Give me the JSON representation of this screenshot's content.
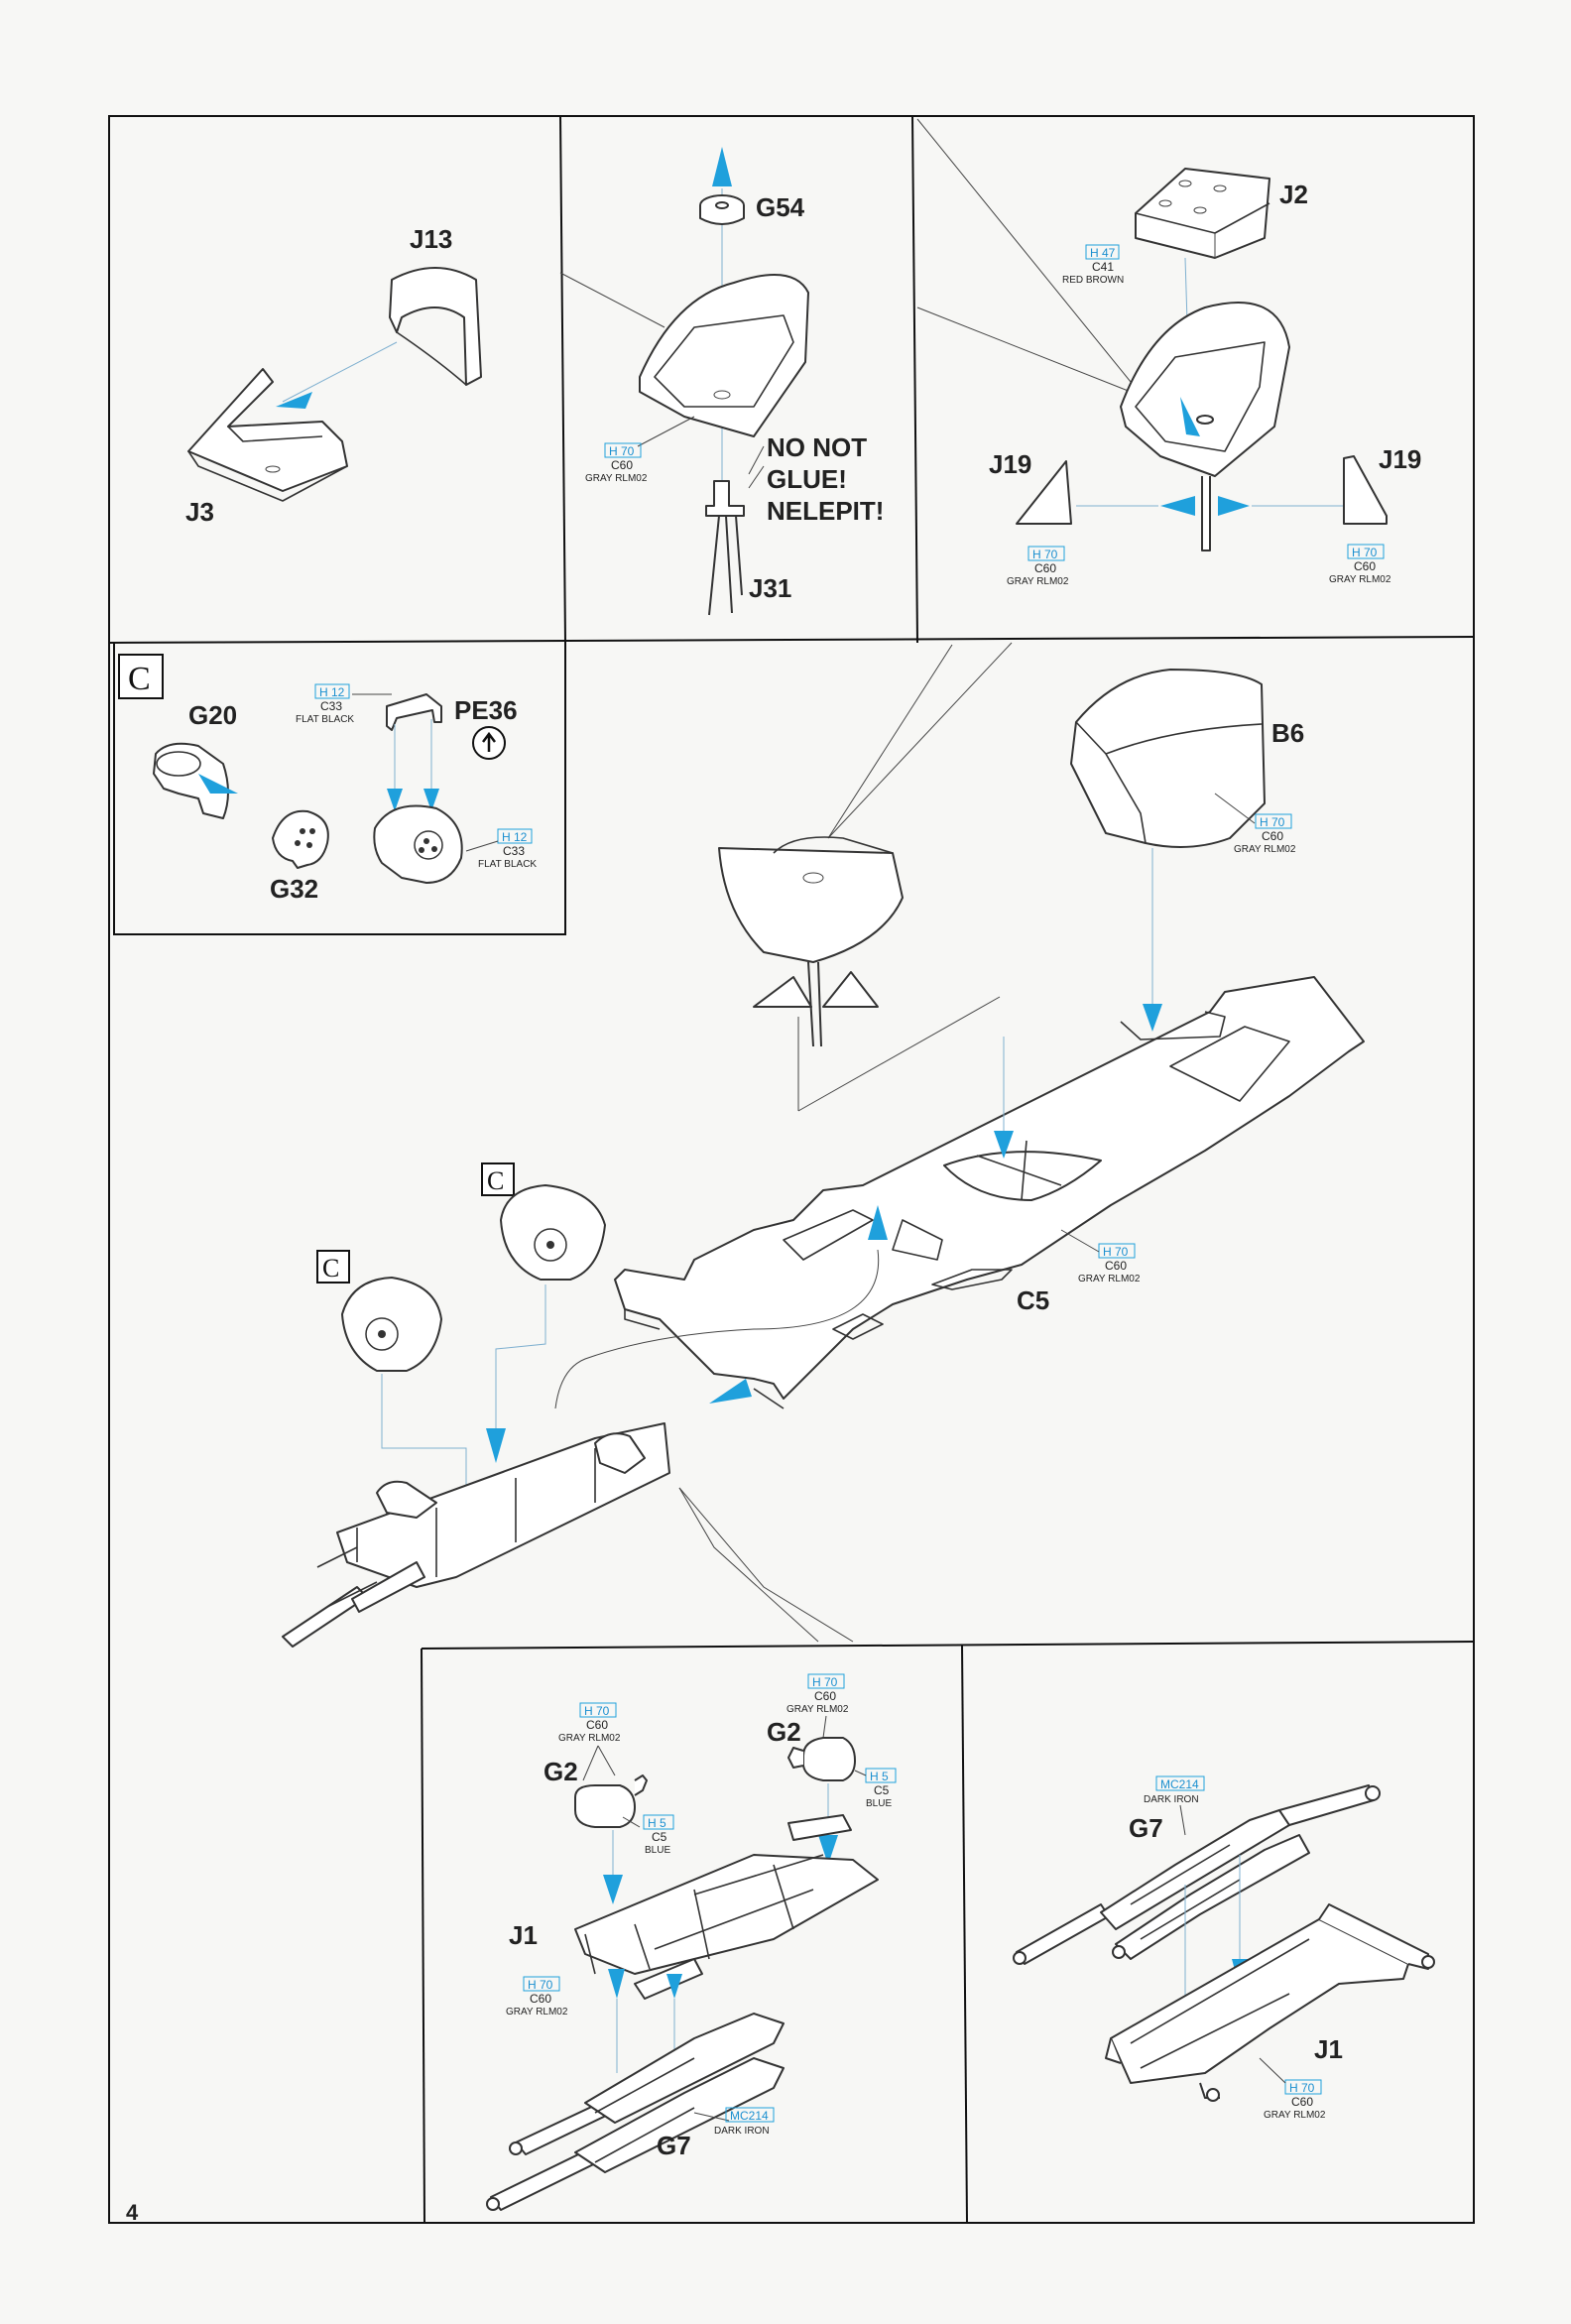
{
  "page_number": "4",
  "parts": {
    "g54": "G54",
    "j13": "J13",
    "j3": "J3",
    "j2": "J2",
    "j19_left": "J19",
    "j19_right": "J19",
    "j31": "J31",
    "g20": "G20",
    "g32": "G32",
    "pe36": "PE36",
    "b6": "B6",
    "c5": "C5",
    "g2_left": "G2",
    "g2_right": "G2",
    "j1_left": "J1",
    "g7_left": "G7",
    "g7_right": "G7",
    "j1_right": "J1"
  },
  "warning": {
    "line1": "NO NOT",
    "line2": "GLUE!",
    "line3": "NELEPIT!"
  },
  "option_letter": "C",
  "colors": {
    "gray_seat": {
      "h": "H 70",
      "c": "C60",
      "name": "GRAY RLM02"
    },
    "red_brown": {
      "h": "H 47",
      "c": "C41",
      "name": "RED BROWN"
    },
    "j19_left": {
      "h": "H 70",
      "c": "C60",
      "name": "GRAY RLM02"
    },
    "j19_right": {
      "h": "H 70",
      "c": "C60",
      "name": "GRAY RLM02"
    },
    "flat_black_1": {
      "h": "H 12",
      "c": "C33",
      "name": "FLAT BLACK"
    },
    "flat_black_2": {
      "h": "H 12",
      "c": "C33",
      "name": "FLAT BLACK"
    },
    "b6": {
      "h": "H 70",
      "c": "C60",
      "name": "GRAY RLM02"
    },
    "c5": {
      "h": "H 70",
      "c": "C60",
      "name": "GRAY RLM02"
    },
    "g2_gray_l": {
      "h": "H 70",
      "c": "C60",
      "name": "GRAY RLM02"
    },
    "g2_gray_r": {
      "h": "H 70",
      "c": "C60",
      "name": "GRAY RLM02"
    },
    "g2_blue_l": {
      "h": "H 5",
      "c": "C5",
      "name": "BLUE"
    },
    "g2_blue_r": {
      "h": "H 5",
      "c": "C5",
      "name": "BLUE"
    },
    "j1_left": {
      "h": "H 70",
      "c": "C60",
      "name": "GRAY RLM02"
    },
    "g7_left": {
      "h": "MC214",
      "name": "DARK IRON"
    },
    "g7_right": {
      "h": "MC214",
      "name": "DARK IRON"
    },
    "j1_right": {
      "h": "H 70",
      "c": "C60",
      "name": "GRAY RLM02"
    }
  },
  "style": {
    "accent": "#1fa0dc",
    "line": "#333333",
    "paper": "#f7f7f5"
  }
}
